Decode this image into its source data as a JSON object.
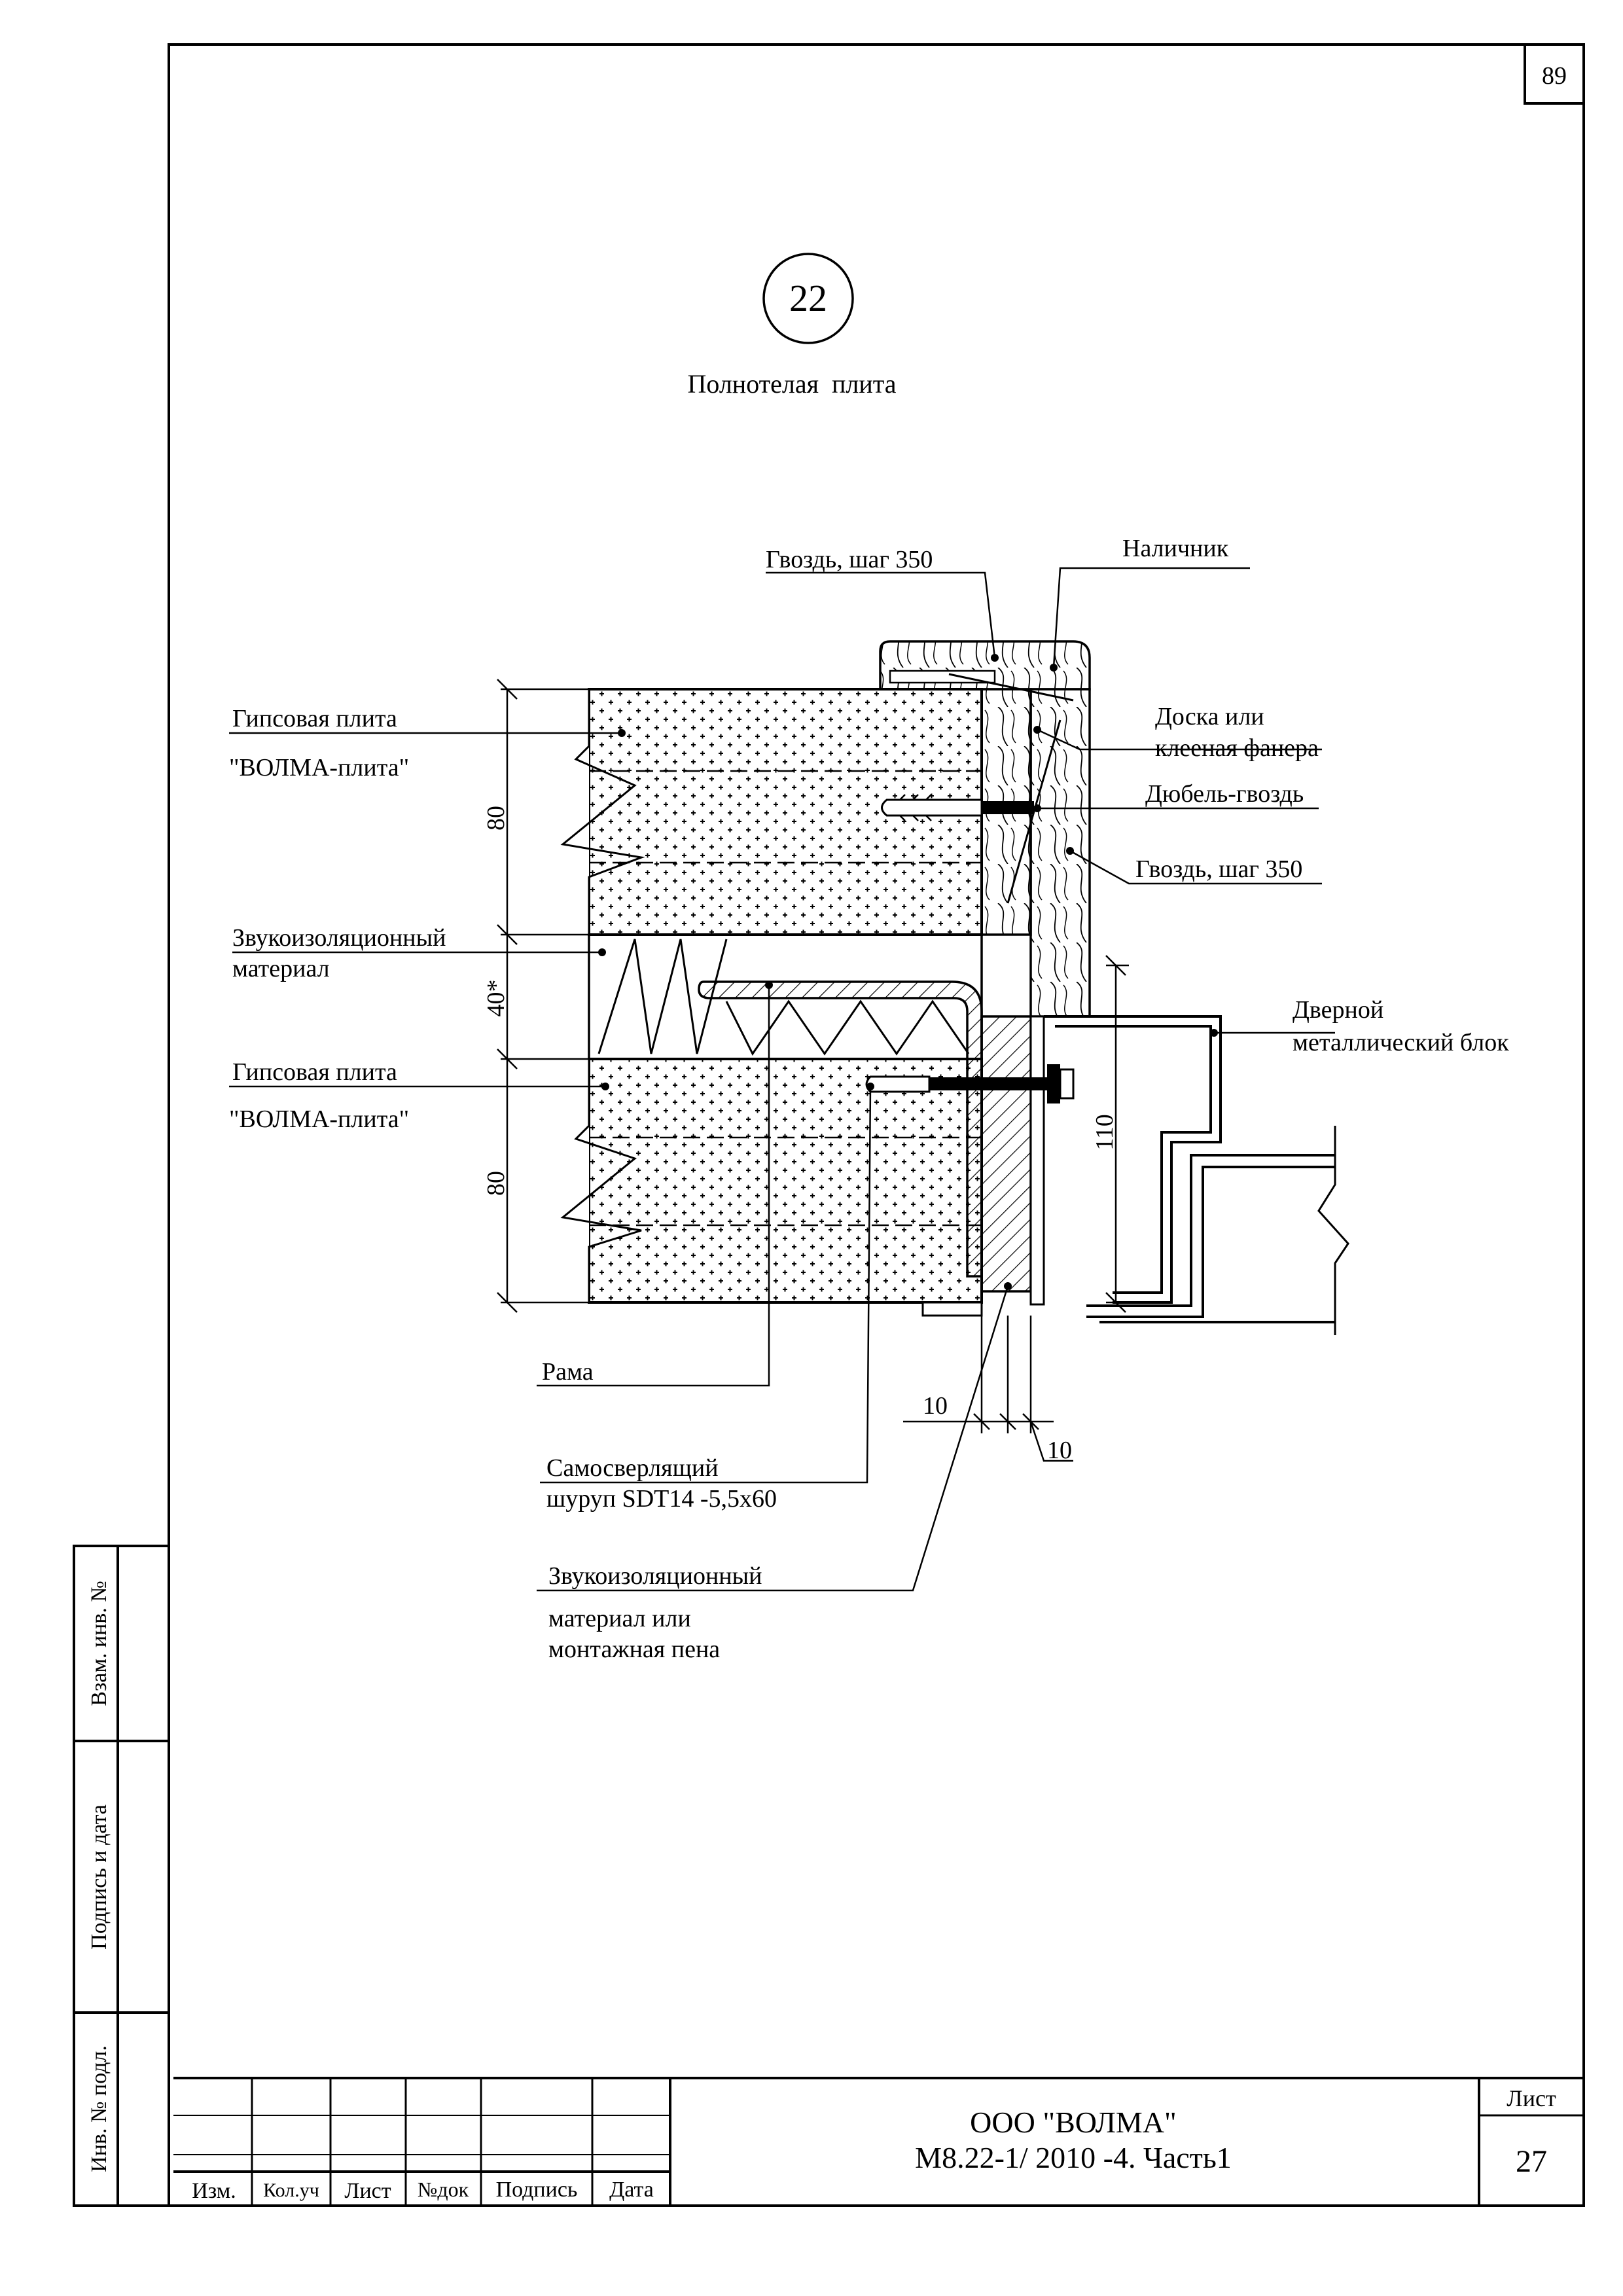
{
  "sheet": {
    "corner_number": "89",
    "sheet_label": "Лист",
    "sheet_number": "27"
  },
  "drawing": {
    "detail_number": "22",
    "subtitle": "Полнотелая  плита",
    "labels": {
      "nail_top": "Гвоздь, шаг 350",
      "casing": "Наличник",
      "gypsum_top_1": "Гипсовая плита",
      "gypsum_top_2": "\"ВОЛМА-плита\"",
      "board_1": "Доска или",
      "board_2": "клееная фанера",
      "dowel": "Дюбель-гвоздь",
      "nail_mid": "Гвоздь, шаг 350",
      "sound_top_1": "Звукоизоляционный",
      "sound_top_2": "материал",
      "door_1": "Дверной",
      "door_2": "металлический блок",
      "gypsum_bot_1": "Гипсовая плита",
      "gypsum_bot_2": "\"ВОЛМА-плита\"",
      "frame": "Рама",
      "screw_1": "Самосверлящий",
      "screw_2": "шуруп SDT14 -5,5х60",
      "sound_bot_1": "Звукоизоляционный",
      "sound_bot_2": "материал или",
      "sound_bot_3": "монтажная пена"
    },
    "dimensions": {
      "top_slab": "80",
      "gap": "40*",
      "bottom_slab": "80",
      "right_height": "110",
      "bottom_left": "10",
      "bottom_right": "10"
    }
  },
  "side_stamp": {
    "field_1": "Взам. инв. №",
    "field_2": "Подпись и дата",
    "field_3": "Инв. № подл."
  },
  "title_block": {
    "headers": [
      "Изм.",
      "Кол.уч",
      "Лист",
      "№док",
      "Подпись",
      "Дата"
    ],
    "company": "ООО \"ВОЛМА\"",
    "document_code": "М8.22-1/ 2010 -4. Часть1"
  }
}
